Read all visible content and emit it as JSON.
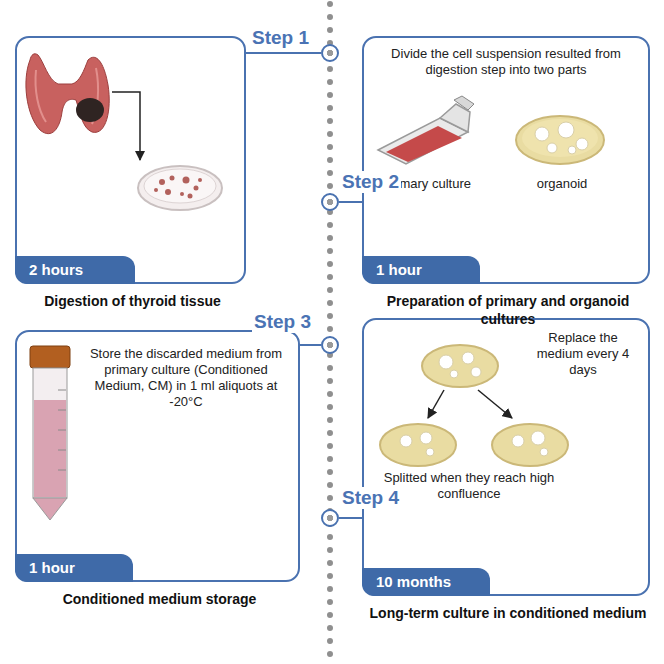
{
  "diagram": {
    "nodes": [
      {
        "text": [
          "Digestion of thyroid tissue"
        ]
      },
      {
        "text": [
          "2 hours"
        ],
        "in": 0
      },
      {
        "text": [
          "Step 1"
        ]
      },
      {
        "text": [
          "Divide the cell suspension resulted from digestion step into two parts",
          "primary culture",
          "organoid",
          "Preparation of primary and organoid cultures"
        ]
      },
      {
        "text": [
          "1 hour"
        ],
        "in": 3
      },
      {
        "text": [
          "Step 2"
        ]
      },
      {
        "text": [
          "Store the discarded medium from primary culture (Conditioned Medium, CM) in 1 ml aliquots at -20°C",
          "Conditioned medium storage"
        ]
      },
      {
        "text": [
          "1 hour"
        ],
        "in": 6
      },
      {
        "text": [
          "Step 3"
        ]
      },
      {
        "text": [
          "Replace the medium every 4 days",
          "Splitted when they reach high confluence",
          "Long-term culture in conditioned medium"
        ]
      },
      {
        "text": [
          "10 months"
        ],
        "in": 9
      },
      {
        "text": [
          "Step 4"
        ]
      }
    ],
    "edges": [
      {
        "from": 0,
        "to": 2,
        "arrow": "none"
      },
      {
        "from": 5,
        "to": 3,
        "arrow": "none"
      },
      {
        "from": 6,
        "to": 8,
        "arrow": "none"
      },
      {
        "from": 11,
        "to": 9,
        "arrow": "none"
      }
    ]
  }
}
